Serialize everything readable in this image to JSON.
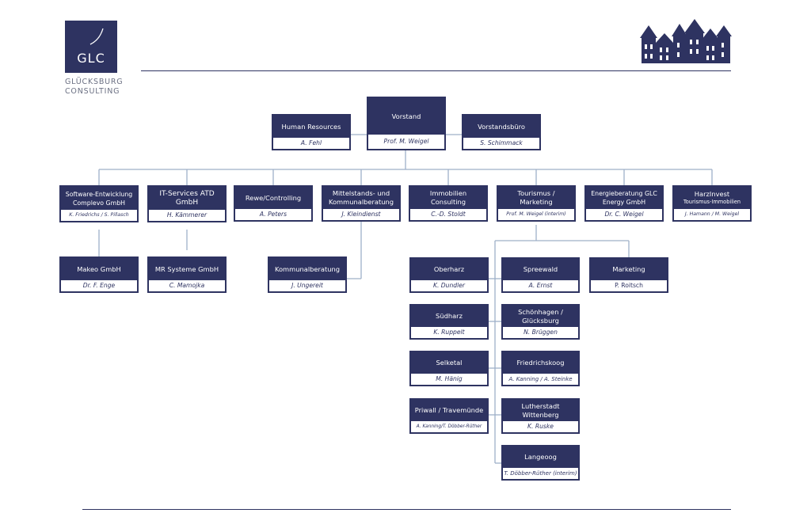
{
  "brand": {
    "logo_text": "GLC",
    "name_line1": "GLÜCKSBURG",
    "name_line2": "CONSULTING"
  },
  "colors": {
    "box": "#2e3361",
    "line": "#9fb0c8"
  },
  "nodes": {
    "vorstand": {
      "name": "Vorstand",
      "person": "Prof. M. Weigel"
    },
    "hr": {
      "name": "Human Resources",
      "person": "A. Fehl"
    },
    "buero": {
      "name": "Vorstandsbüro",
      "person": "S. Schimmack"
    },
    "software": {
      "name": "Software-Entwicklung Complevo GmbH",
      "person": "K. Friedrichs / S. Pillasch"
    },
    "itservices": {
      "name": "IT-Services ATD GmbH",
      "person": "H. Kämmerer"
    },
    "rewe": {
      "name": "Rewe/Controlling",
      "person": "A. Peters"
    },
    "mittelstand": {
      "name": "Mittelstands- und Kommunalberatung",
      "person": "J. Kleindienst"
    },
    "immobilien": {
      "name": "Immobilien Consulting",
      "person": "C.-D. Stoldt"
    },
    "tourismus": {
      "name": "Tourismus / Marketing",
      "person": "Prof. M. Weigel (interim)"
    },
    "energie": {
      "name": "Energieberatung GLC Energy GmbH",
      "person": "Dr. C. Weigel"
    },
    "harzinvest": {
      "name": "HarzInvest",
      "subname": "Tourismus-Immobilien",
      "person": "J. Hamann / M. Weigel"
    },
    "makeo": {
      "name": "Makeo GmbH",
      "person": "Dr. F. Enge"
    },
    "mr": {
      "name": "MR Systeme GmbH",
      "person": "C. Mamojka"
    },
    "kommunal": {
      "name": "Kommunalberatung",
      "person": "J. Ungereit"
    },
    "oberharz": {
      "name": "Oberharz",
      "person": "K. Dundler"
    },
    "spreewald": {
      "name": "Spreewald",
      "person": "A. Ernst"
    },
    "marketing": {
      "name": "Marketing",
      "person": "P. Roitsch"
    },
    "suedharz": {
      "name": "Südharz",
      "person": "K. Ruppelt"
    },
    "schoenhagen": {
      "name": "Schönhagen / Glücksburg",
      "person": "N. Brüggen"
    },
    "selketal": {
      "name": "Selketal",
      "person": "M. Hänig"
    },
    "friedrichskoog": {
      "name": "Friedrichskoog",
      "person": "A. Kanning / A. Steinke"
    },
    "priwall": {
      "name": "Priwall / Travemünde",
      "person": "A. Kanning/T. Döbber-Rüther"
    },
    "lutherstadt": {
      "name": "Lutherstadt Wittenberg",
      "person": "K. Ruske"
    },
    "langeoog": {
      "name": "Langeoog",
      "person": "T. Döbber-Rüther (interim)"
    }
  }
}
